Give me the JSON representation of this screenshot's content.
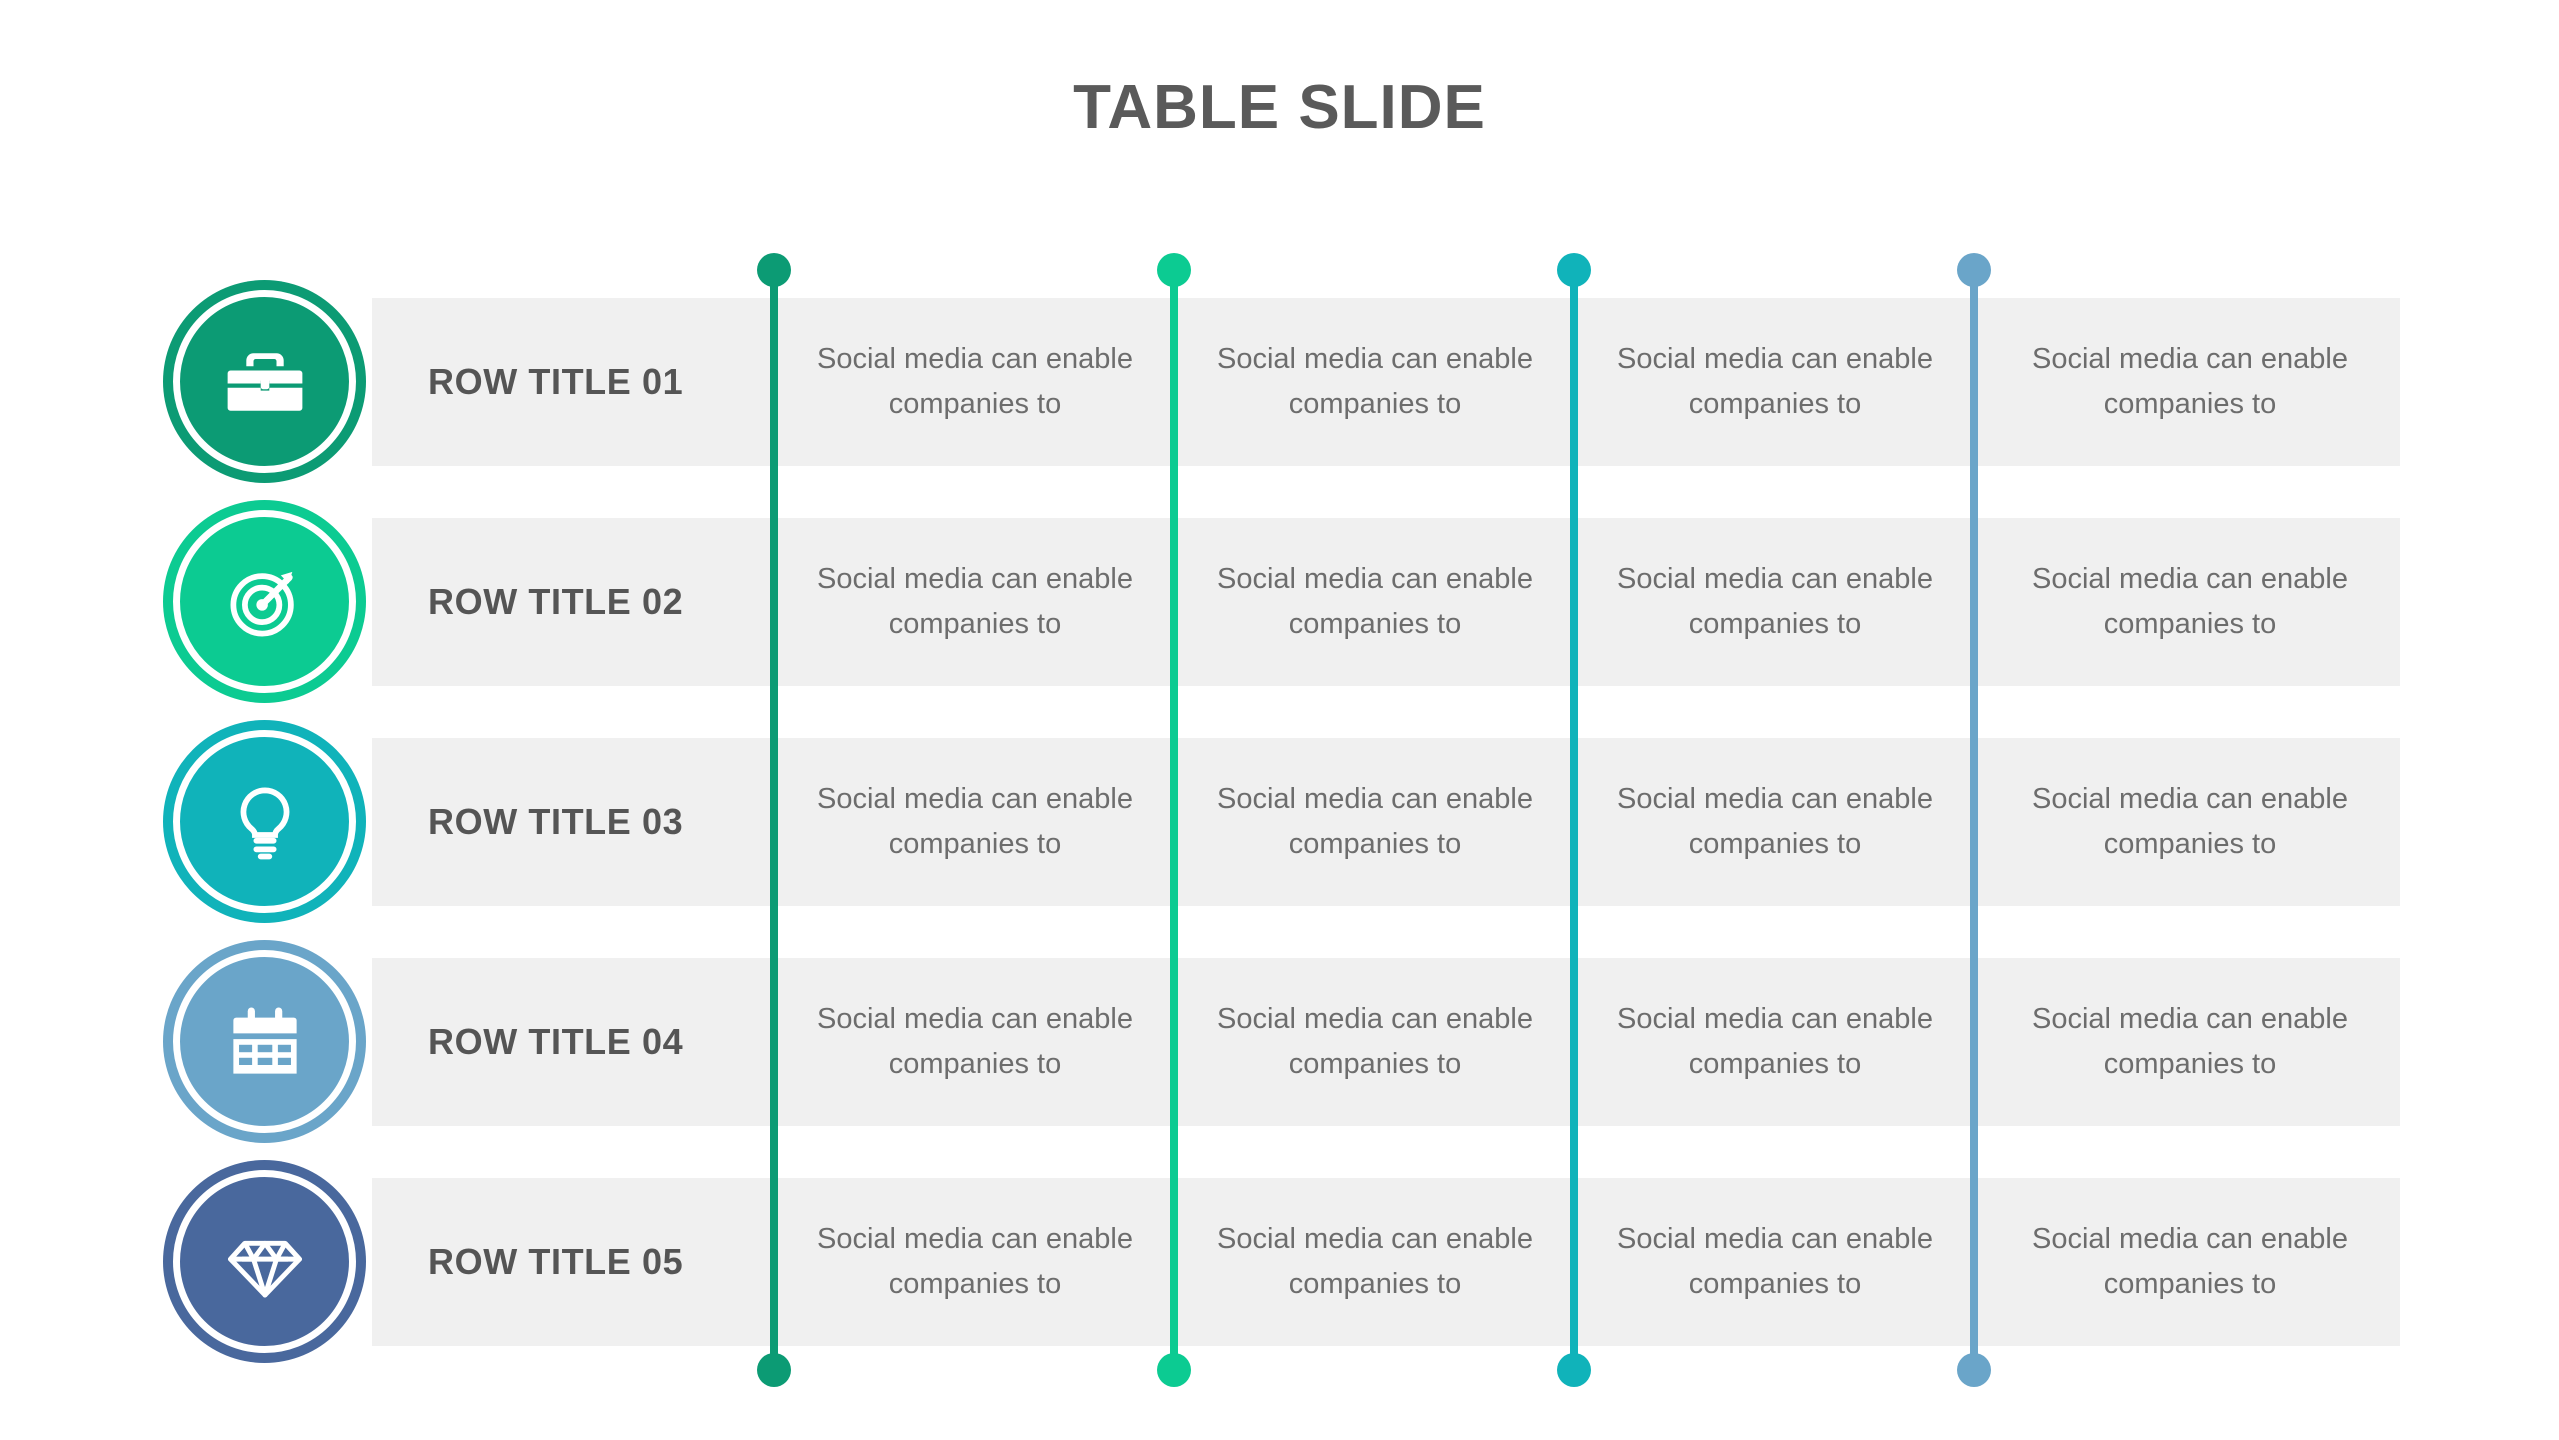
{
  "slide": {
    "title": "TABLE SLIDE",
    "title_color": "#5a5a5a",
    "background": "#ffffff",
    "row_band_color": "#f0f0f0"
  },
  "rows": [
    {
      "title": "ROW TITLE 01",
      "icon": "briefcase-icon",
      "color": "#0c9b74",
      "cells": [
        "Social media can enable companies to",
        "Social media can enable companies to",
        "Social media can enable companies to",
        "Social media can enable companies to"
      ]
    },
    {
      "title": "ROW TITLE 02",
      "icon": "target-icon",
      "color": "#0ccb92",
      "cells": [
        "Social media can enable companies to",
        "Social media can enable companies to",
        "Social media can enable companies to",
        "Social media can enable companies to"
      ]
    },
    {
      "title": "ROW TITLE 03",
      "icon": "lightbulb-icon",
      "color": "#10b3ba",
      "cells": [
        "Social media can enable companies to",
        "Social media can enable companies to",
        "Social media can enable companies to",
        "Social media can enable companies to"
      ]
    },
    {
      "title": "ROW TITLE 04",
      "icon": "calendar-icon",
      "color": "#6aa5c9",
      "cells": [
        "Social media can enable companies to",
        "Social media can enable companies to",
        "Social media can enable companies to",
        "Social media can enable companies to"
      ]
    },
    {
      "title": "ROW TITLE 05",
      "icon": "diamond-icon",
      "color": "#49689d",
      "cells": [
        "Social media can enable companies to",
        "Social media can enable companies to",
        "Social media can enable companies to",
        "Social media can enable companies to"
      ]
    }
  ],
  "columns": [
    {
      "name": "column-divider-1",
      "color": "#0c9b74"
    },
    {
      "name": "column-divider-2",
      "color": "#0ccb92"
    },
    {
      "name": "column-divider-3",
      "color": "#10b3ba"
    },
    {
      "name": "column-divider-4",
      "color": "#6aa5c9"
    }
  ]
}
